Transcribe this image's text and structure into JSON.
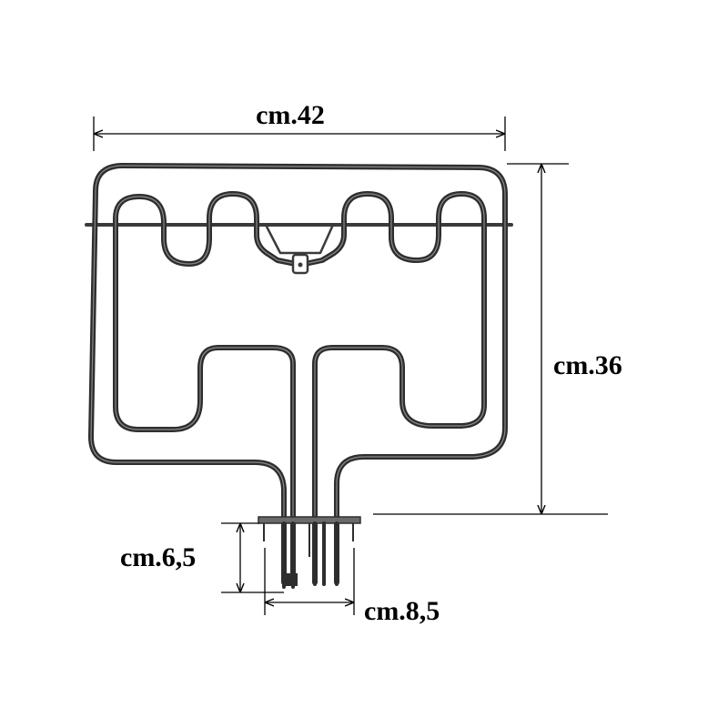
{
  "diagram": {
    "subject": "oven heating element",
    "dimensions": {
      "width": "cm.42",
      "height": "cm.36",
      "terminal_depth": "cm.6,5",
      "terminal_width": "cm.8,5"
    }
  },
  "colors": {
    "background": "#ffffff",
    "element_tube": "#2e2e2e",
    "element_highlight": "#8a8a8a",
    "bracket": "#3a3a3a",
    "dimension_line": "#000000"
  }
}
